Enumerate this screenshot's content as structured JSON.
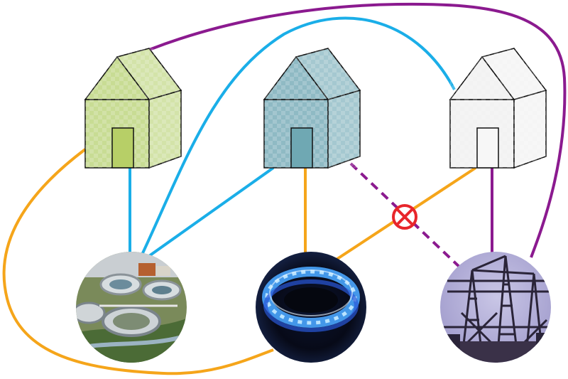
{
  "diagram": {
    "nodes": {
      "houses": [
        {
          "id": "house-left",
          "color": "#c8dc94"
        },
        {
          "id": "house-middle",
          "color": "#8fbac4"
        },
        {
          "id": "house-right",
          "color": "#f2f2f2"
        }
      ],
      "utilities": [
        {
          "id": "water-treatment",
          "icon": "water-treatment-plant"
        },
        {
          "id": "gas",
          "icon": "gas-burner-flame"
        },
        {
          "id": "electricity",
          "icon": "electrical-substation"
        }
      ]
    },
    "connections": [
      {
        "from": "house-left",
        "to": "water-treatment",
        "color": "#1aaee8"
      },
      {
        "from": "house-middle",
        "to": "water-treatment",
        "color": "#1aaee8"
      },
      {
        "from": "house-right",
        "to": "water-treatment",
        "color": "#1aaee8"
      },
      {
        "from": "house-left",
        "to": "gas",
        "color": "#f5a51a"
      },
      {
        "from": "house-middle",
        "to": "gas",
        "color": "#f5a51a"
      },
      {
        "from": "house-right",
        "to": "gas",
        "color": "#f5a51a"
      },
      {
        "from": "house-left",
        "to": "electricity",
        "color": "#8b1a8f"
      },
      {
        "from": "house-right",
        "to": "electricity",
        "color": "#8b1a8f"
      },
      {
        "from": "house-middle",
        "to": "electricity",
        "color": "#8b1a8f",
        "style": "dashed",
        "blocked": true
      }
    ],
    "blocked_marker": {
      "icon": "cross-circle-icon",
      "color": "#e8262b"
    }
  }
}
